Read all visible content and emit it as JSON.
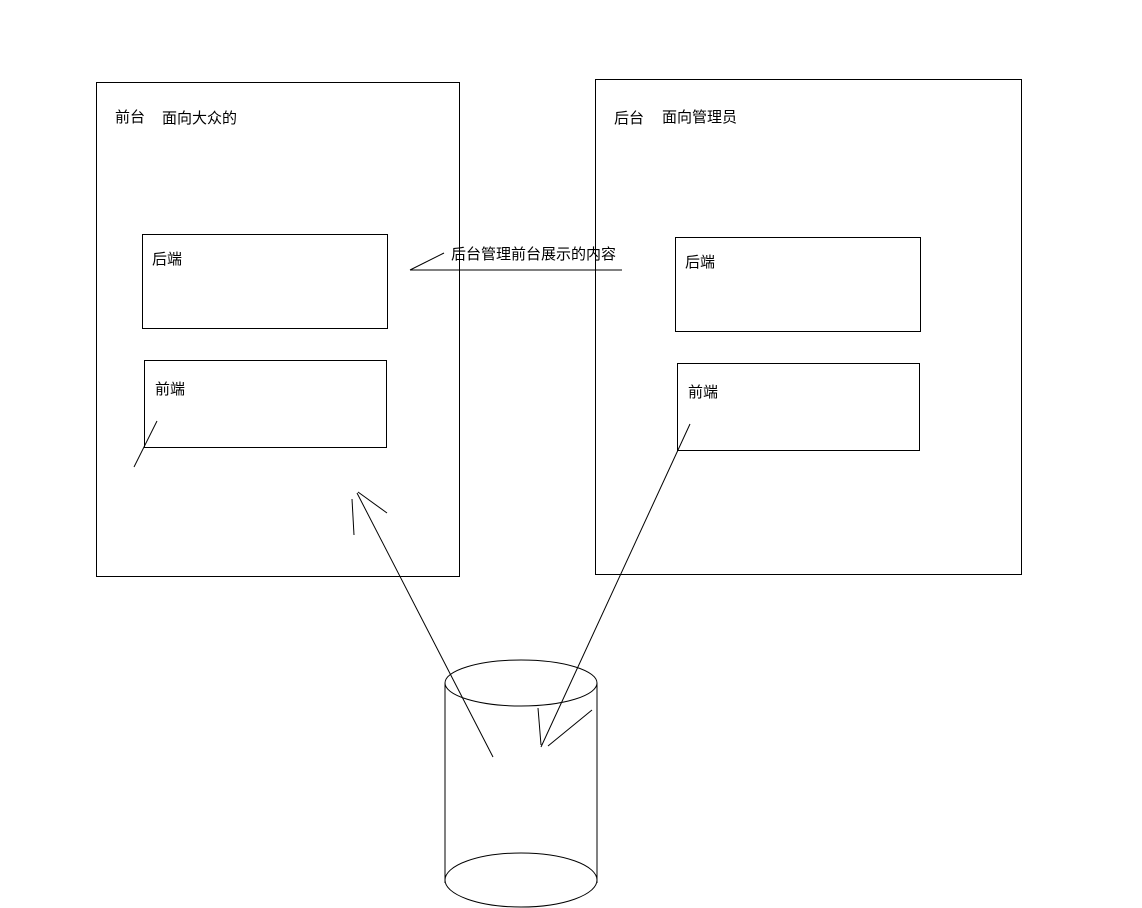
{
  "frontend_system": {
    "title": "前台",
    "audience": "面向大众的",
    "backend_label": "后端",
    "frontend_label": "前端"
  },
  "backend_system": {
    "title": "后台",
    "audience": "面向管理员",
    "backend_label": "后端",
    "frontend_label": "前端"
  },
  "connector_note": "后台管理前台展示的内容",
  "colors": {
    "stroke": "#000000",
    "background": "#ffffff"
  }
}
